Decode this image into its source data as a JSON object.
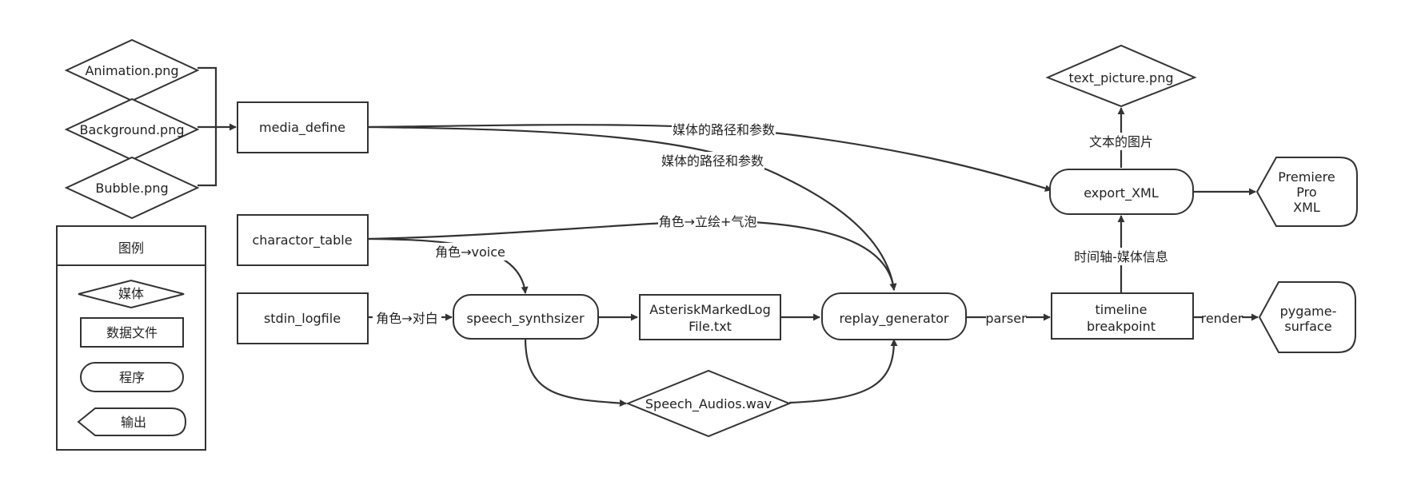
{
  "colors": {
    "stroke": "#333333",
    "fill": "#ffffff",
    "text": "#222222"
  },
  "nodes": {
    "animation": "Animation.png",
    "background": "Background.png",
    "bubble": "Bubble.png",
    "media_define": "media_define",
    "charactor_table": "charactor_table",
    "stdin_logfile": "stdin_logfile",
    "speech_synthsizer": "speech_synthsizer",
    "asterisk_log_line1": "AsteriskMarkedLog",
    "asterisk_log_line2": "File.txt",
    "replay_generator": "replay_generator",
    "speech_audios": "Speech_Audios.wav",
    "timeline_line1": "timeline",
    "timeline_line2": "breakpoint",
    "export_xml": "export_XML",
    "text_picture": "text_picture.png",
    "premiere_line1": "Premiere",
    "premiere_line2": "Pro",
    "premiere_line3": "XML",
    "pygame_line1": "pygame-",
    "pygame_line2": "surface"
  },
  "edge_labels": {
    "media_to_export": "媒体的路径和参数",
    "media_to_replay": "媒体的路径和参数",
    "char_to_replay": "角色→立绘+气泡",
    "char_to_speech": "角色→voice",
    "stdin_to_speech": "角色→对白",
    "replay_to_timeline": "parser",
    "timeline_to_pygame": "render",
    "timeline_to_export": "时间轴-媒体信息",
    "export_to_textpic": "文本的图片"
  },
  "legend": {
    "title": "图例",
    "media": "媒体",
    "data_file": "数据文件",
    "program": "程序",
    "output": "输出"
  }
}
